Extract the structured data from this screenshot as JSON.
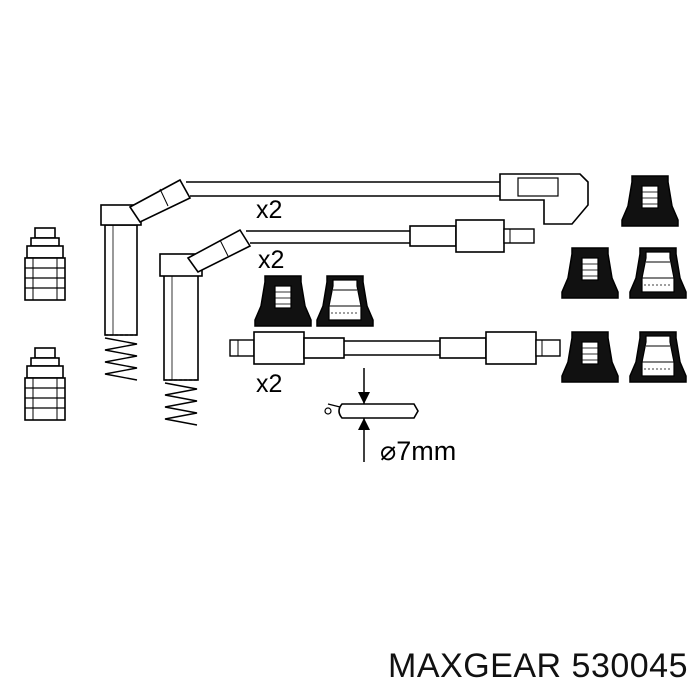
{
  "diagram": {
    "labels": {
      "qty_lead_1": "x2",
      "qty_lead_2": "x2",
      "qty_lead_3": "x2",
      "diameter": "⌀7mm"
    }
  },
  "caption": {
    "brand": "MAXGEAR",
    "part_number": "530045"
  }
}
